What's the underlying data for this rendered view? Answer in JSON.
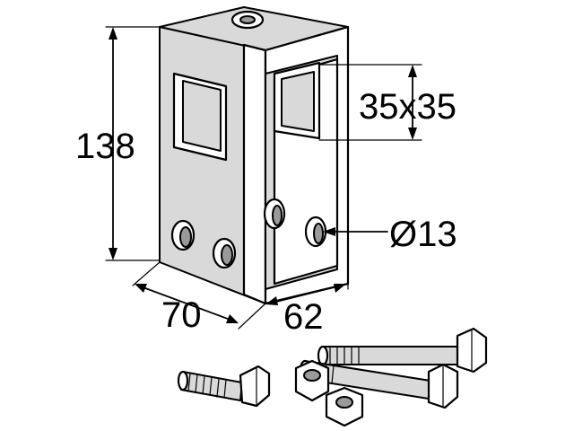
{
  "dimensions": {
    "height": "138",
    "width_front": "70",
    "width_side": "62",
    "square_hole": "35x35",
    "hole_diameter": "Ø13"
  },
  "colors": {
    "line": "#000000",
    "shade_light": "#d9d9d9",
    "shade_dark": "#9a9a9a",
    "background": "#ffffff"
  }
}
